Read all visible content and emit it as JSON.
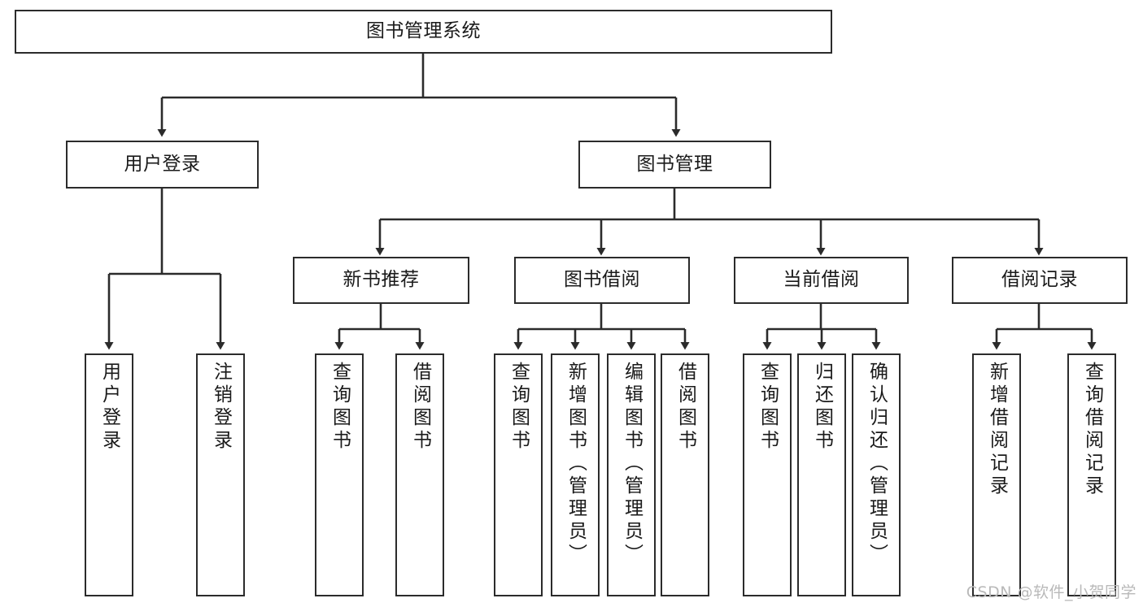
{
  "diagram": {
    "title": "图书管理系统",
    "type": "function-hierarchy-tree",
    "background_color": "#ffffff",
    "line_color": "#2b2b2b",
    "text_color": "#1a1a1a",
    "watermark": "CSDN @软件_小贺同学",
    "levels": {
      "root": {
        "label": "图书管理系统"
      },
      "level1": [
        {
          "label": "用户登录"
        },
        {
          "label": "图书管理"
        }
      ],
      "level2": [
        {
          "label": "新书推荐"
        },
        {
          "label": "图书借阅"
        },
        {
          "label": "当前借阅"
        },
        {
          "label": "借阅记录"
        }
      ],
      "leaves": {
        "user_login": [
          {
            "label": "用户登录"
          },
          {
            "label": "注销登录"
          }
        ],
        "new_book_recommend": [
          {
            "label": "查询图书"
          },
          {
            "label": "借阅图书"
          }
        ],
        "book_borrow": [
          {
            "label": "查询图书"
          },
          {
            "label": "新增图书（管理员）"
          },
          {
            "label": "编辑图书（管理员）"
          },
          {
            "label": "借阅图书"
          }
        ],
        "current_borrow": [
          {
            "label": "查询图书"
          },
          {
            "label": "归还图书"
          },
          {
            "label": "确认归还（管理员）"
          }
        ],
        "borrow_record": [
          {
            "label": "新增借阅记录"
          },
          {
            "label": "查询借阅记录"
          }
        ]
      }
    }
  }
}
